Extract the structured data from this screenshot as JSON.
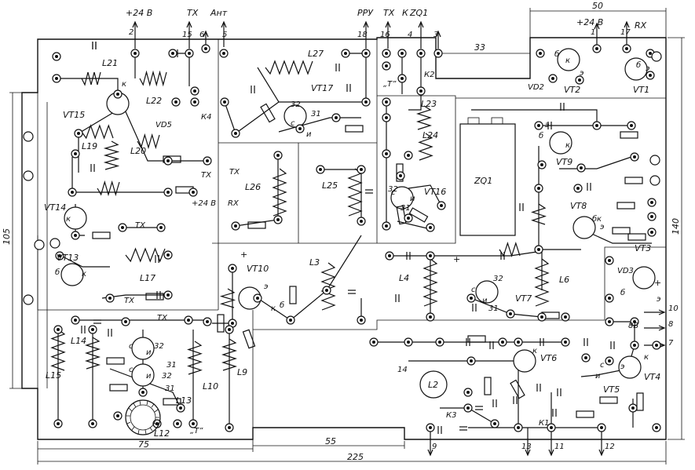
{
  "title": "",
  "top_terminals": {
    "t1": "+24 В",
    "t2": "2",
    "t3": "ТХ",
    "t4": "15",
    "t5": "6",
    "t6": "Ант",
    "t7": "5",
    "t8": "РРУ",
    "t9": "18",
    "t10": "ТХ",
    "t11": "16",
    "t12": "К",
    "t13": "ZQ1",
    "t14": "4",
    "t15": "3",
    "t16": "+24 В",
    "t17": "1",
    "t18": "RX",
    "t19": "17"
  },
  "bottom_terminals": {
    "b1": "9",
    "b2": "13",
    "b3": "11",
    "b4": "12"
  },
  "right_terminals": {
    "r1": "10",
    "r2": "8",
    "r3": "7",
    "r4": "8В"
  },
  "dimensions": {
    "d50": "50",
    "d33": "33",
    "d105": "105",
    "d140": "140",
    "d75": "75",
    "d55": "55",
    "d225": "225"
  },
  "transistors": {
    "vt1": "VT1",
    "vt2": "VT2",
    "vt3": "VT3",
    "vt4": "VT4",
    "vt5": "VT5",
    "vt6": "VT6",
    "vt7": "VT7",
    "vt8": "VT8",
    "vt9": "VT9",
    "vt10": "VT10",
    "vt13": "VT13",
    "vt14": "VT14",
    "vt15": "VT15",
    "vt16": "VT16",
    "vt17": "VT17"
  },
  "diodes": {
    "vd2": "VD2",
    "vd3": "VD3",
    "vd5": "VD5"
  },
  "inductors": {
    "l2": "L2",
    "l3": "L3",
    "l4": "L4",
    "l6": "L6",
    "l9": "L9",
    "l10": "L10",
    "l12": "L12",
    "l13": "L13",
    "l14": "L14",
    "l15": "L15",
    "l17": "L17",
    "l19": "L19",
    "l20": "L20",
    "l21": "L21",
    "l22": "L22",
    "l23": "L23",
    "l24": "L24",
    "l25": "L25",
    "l26": "L26",
    "l27": "L27"
  },
  "relays": {
    "k1": "К1",
    "k2": "К2",
    "k3": "К3",
    "k4": "К4"
  },
  "crystal": "ZQ1",
  "misc": {
    "tx1": "ТХ",
    "tx2": "ТХ",
    "tx3": "ТХ",
    "tx4": "ТХ",
    "tx5": "ТХ",
    "rx1": "RX",
    "p24": "+24 В",
    "t_mark1": "„Т”",
    "t_mark2": "„Т”",
    "plus1": "+",
    "plus2": "+",
    "plus3": "+",
    "pin_k": "к",
    "pin_e": "э",
    "pin_b": "б",
    "pin_c": "с",
    "pin_u": "и",
    "pin_31": "31",
    "pin_32": "32",
    "n14": "14"
  }
}
